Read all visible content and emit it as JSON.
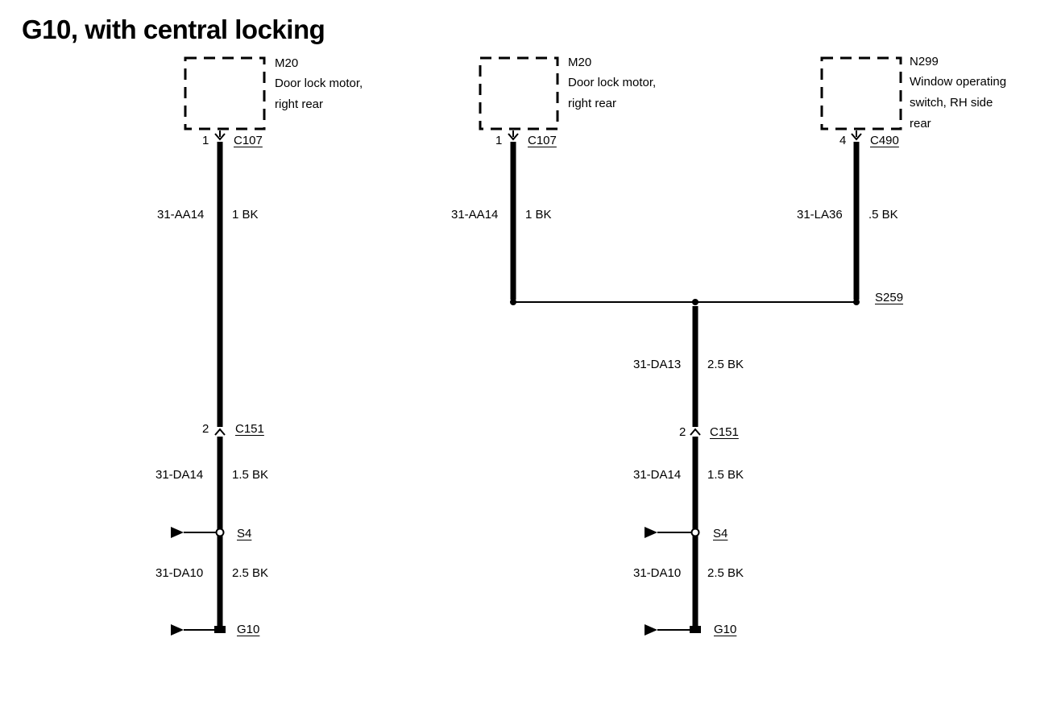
{
  "title": "G10, with central locking",
  "components": [
    {
      "id": "M20",
      "description": [
        "Door lock motor,",
        "right rear"
      ]
    },
    {
      "id": "M20",
      "description": [
        "Door lock motor,",
        "right rear"
      ]
    },
    {
      "id": "N299",
      "description": [
        "Window operating",
        "switch, RH side",
        "rear"
      ]
    }
  ],
  "connectors": {
    "left_top": {
      "pin": "1",
      "name": "C107"
    },
    "mid_top": {
      "pin": "1",
      "name": "C107"
    },
    "right_top": {
      "pin": "4",
      "name": "C490"
    },
    "left_mid": {
      "pin": "2",
      "name": "C151"
    },
    "center_mid": {
      "pin": "2",
      "name": "C151"
    }
  },
  "wires": {
    "left_1": {
      "code": "31-AA14",
      "spec": "1 BK"
    },
    "mid_1": {
      "code": "31-AA14",
      "spec": "1 BK"
    },
    "right_1": {
      "code": "31-LA36",
      "spec": ".5 BK"
    },
    "center_1": {
      "code": "31-DA13",
      "spec": "2.5 BK"
    },
    "left_2": {
      "code": "31-DA14",
      "spec": "1.5 BK"
    },
    "center_2": {
      "code": "31-DA14",
      "spec": "1.5 BK"
    },
    "left_3": {
      "code": "31-DA10",
      "spec": "2.5 BK"
    },
    "center_3": {
      "code": "31-DA10",
      "spec": "2.5 BK"
    }
  },
  "splices": {
    "top": "S259",
    "left": "S4",
    "center": "S4"
  },
  "grounds": {
    "left": "G10",
    "center": "G10"
  }
}
